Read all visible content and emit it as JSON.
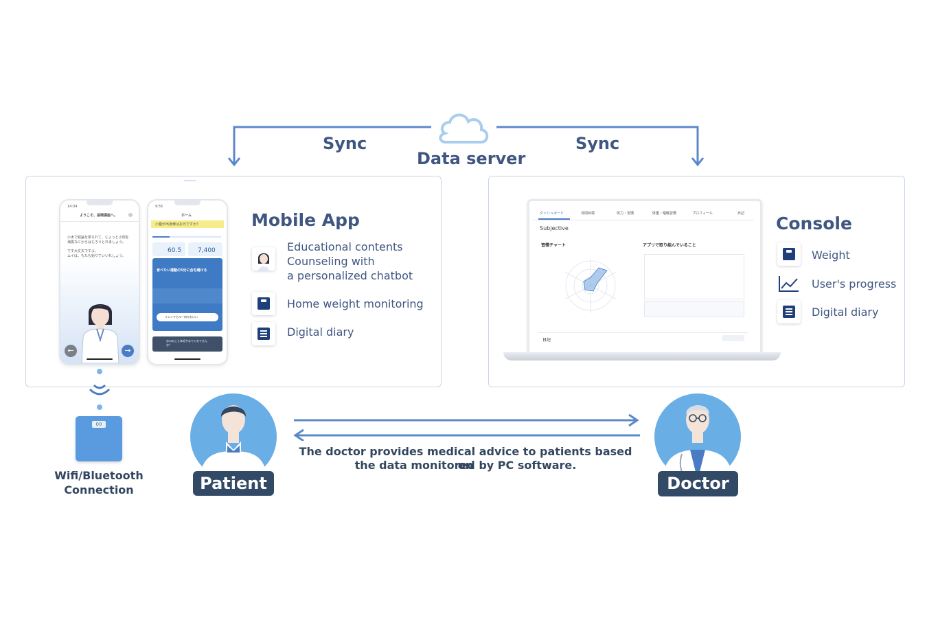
{
  "sync": {
    "left": "Sync",
    "right": "Sync"
  },
  "data_server": {
    "label": "Data server",
    "icon": "cloud-icon"
  },
  "mobile_app": {
    "title": "Mobile App",
    "features": [
      {
        "icon": "chatbot-avatar-icon",
        "lines": [
          "Educational contents",
          "Counseling with",
          "a personalized chatbot"
        ]
      },
      {
        "icon": "scale-icon",
        "lines": [
          "Home weight monitoring"
        ]
      },
      {
        "icon": "diary-icon",
        "lines": [
          "Digital diary"
        ]
      }
    ],
    "phone1": {
      "time": "14:34",
      "header": "ようこそ、基礎講座へ。",
      "messages": [
        "小太で結論を挙られて、じょっと小刻を",
        "海抜なにからはじろうとれましょう。",
        "です大丈夫ですよ。",
        "ムイは、もたも始りていいれしょう。"
      ]
    },
    "phone2": {
      "time": "9:55",
      "header": "ホーム",
      "banner": "小腹が出身様はお元ですか？",
      "weight": "60.5",
      "steps": "7,400",
      "card_title": "食べたい運動の5分に合を踊ける",
      "button": "リシンクセルー何かおいい",
      "footer": "お口のこと本好かなでくれてせんか？"
    }
  },
  "console": {
    "title": "Console",
    "features": [
      {
        "icon": "scale-icon",
        "label": "Weight"
      },
      {
        "icon": "progress-chart-icon",
        "label": "User's progress"
      },
      {
        "icon": "diary-icon",
        "label": "Digital diary"
      }
    ],
    "screen": {
      "tabs": [
        "ダッシュボード",
        "月間目標",
        "体力・習慣",
        "体重・睡眠習慣",
        "プロフィール",
        "日記"
      ],
      "section": "Subjective",
      "chart_title": "習慣チャート",
      "right_title": "アプリで取り組んでいること",
      "diary_label": "日記"
    }
  },
  "device": {
    "label_line1": "Wifi/Bluetooth",
    "label_line2": "Connection",
    "scale_display": "00"
  },
  "patient": {
    "label": "Patient"
  },
  "doctor": {
    "label": "Doctor"
  },
  "advice": {
    "line1": "The doctor provides medical advice to patients based on",
    "line2": "the data monitored by PC software."
  },
  "colors": {
    "accent": "#4a7cc4",
    "dark_badge": "#334a66",
    "avatar_bg": "#6aaee6",
    "panel_border": "#c9d4e6"
  }
}
